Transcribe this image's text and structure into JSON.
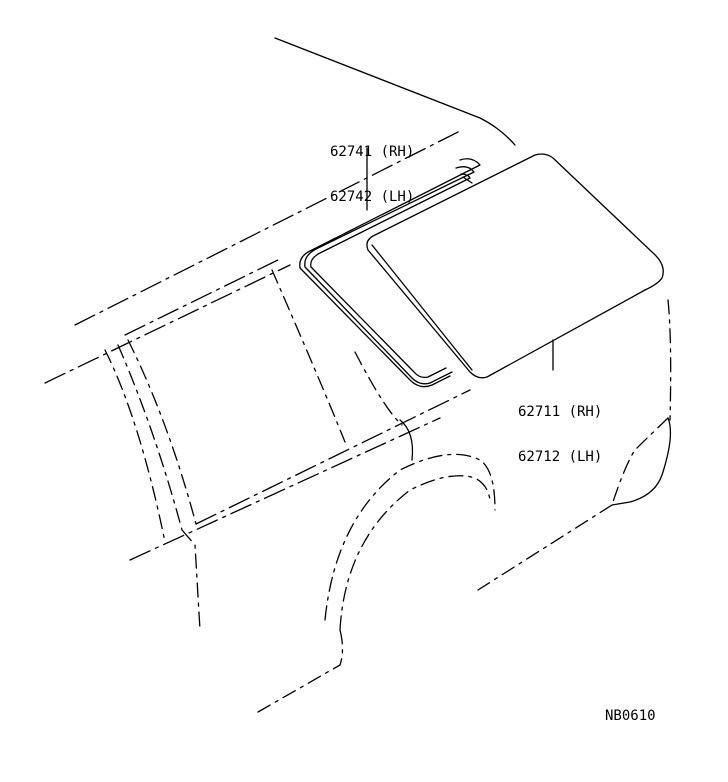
{
  "diagram": {
    "type": "exploded-parts-illustration",
    "subject": "rear quarter window glass and weatherstrip",
    "callouts": [
      {
        "id": "weatherstrip",
        "lines": [
          "62741 (RH)",
          "62742 (LH)"
        ],
        "part_numbers": [
          "62741",
          "62742"
        ],
        "sides": [
          "RH",
          "LH"
        ]
      },
      {
        "id": "glass",
        "lines": [
          "62711 (RH)",
          "62712 (LH)"
        ],
        "part_numbers": [
          "62711",
          "62712"
        ],
        "sides": [
          "RH",
          "LH"
        ]
      }
    ],
    "figure_code": "NB0610",
    "colors": {
      "line": "#000000",
      "background": "#ffffff"
    }
  }
}
